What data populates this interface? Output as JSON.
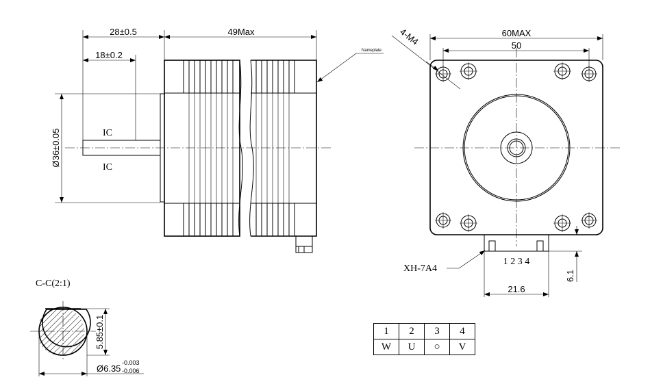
{
  "side_view": {
    "dim_flange_to_shaft": "28±0.5",
    "dim_body_length": "49Max",
    "dim_shaft_length": "18±0.2",
    "dim_pilot_diameter": "Ø36±0.05",
    "nameplate_label": "Nameplate",
    "ic_top": "IC",
    "ic_bottom": "IC"
  },
  "front_view": {
    "dim_overall_width": "60MAX",
    "dim_hole_spacing": "50",
    "mounting_holes": "4-M4",
    "connector_label": "XH-7A4",
    "connector_pin_numbers": "1 2 3 4",
    "dim_connector_width": "21.6",
    "dim_connector_height": "6.1"
  },
  "section_view": {
    "title": "C-C(2:1)",
    "dim_flat": "5.85±0.1",
    "dim_shaft_diameter": "Ø6.35",
    "tol_upper": "-0.003",
    "tol_lower": "-0.006"
  },
  "pin_table": {
    "numbers": [
      "1",
      "2",
      "3",
      "4"
    ],
    "phases": [
      "W",
      "U",
      "○",
      "V"
    ]
  }
}
